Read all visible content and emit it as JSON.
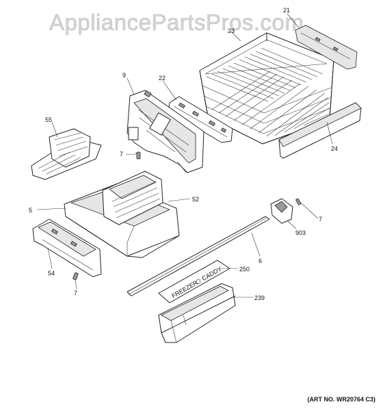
{
  "watermark": "AppliancePartsPros.com",
  "art_number": "(ART NO. WR20764 C3)",
  "labels": {
    "p21": "21",
    "p23": "23",
    "p22": "22",
    "p9": "9",
    "p55": "55",
    "p24": "24",
    "p7a": "7",
    "p5": "5",
    "p52": "52",
    "p7b": "7",
    "p903": "903",
    "p6": "6",
    "p54": "54",
    "p250": "250",
    "p7c": "7",
    "p239": "239"
  },
  "caddy_text": {
    "freezer": "FREEZER",
    "caddy": "CADDY"
  }
}
